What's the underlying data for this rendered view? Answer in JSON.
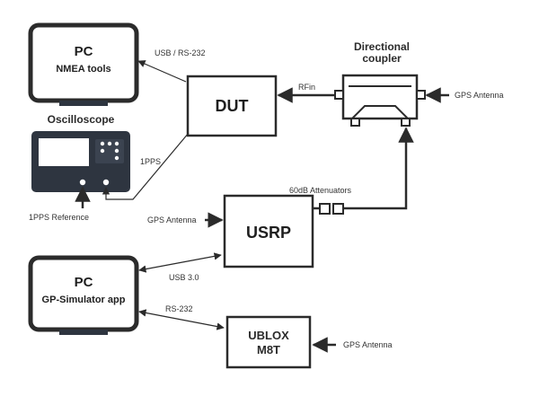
{
  "blocks": {
    "pc_top": {
      "title": "PC",
      "subtitle": "NMEA tools"
    },
    "dut": {
      "title": "DUT"
    },
    "coupler": {
      "title_line1": "Directional",
      "title_line2": "coupler"
    },
    "oscilloscope": {
      "title": "Oscilloscope"
    },
    "usrp": {
      "title": "USRP"
    },
    "pc_bottom": {
      "title": "PC",
      "subtitle": "GP-Simulator app"
    },
    "ublox": {
      "title_line1": "UBLOX",
      "title_line2": "M8T"
    }
  },
  "labels": {
    "usb_rs232": "USB / RS-232",
    "rfin": "RFin",
    "gps_antenna_coupler": "GPS Antenna",
    "pps": "1PPS",
    "pps_reference": "1PPS Reference",
    "attenuators": "60dB Attenuators",
    "gps_antenna_usrp": "GPS Antenna",
    "usb30": "USB 3.0",
    "rs232": "RS-232",
    "gps_antenna_ublox": "GPS Antenna"
  },
  "colors": {
    "stroke": "#2b2b2b",
    "device_dark": "#2e3540",
    "screen": "#ffffff"
  }
}
